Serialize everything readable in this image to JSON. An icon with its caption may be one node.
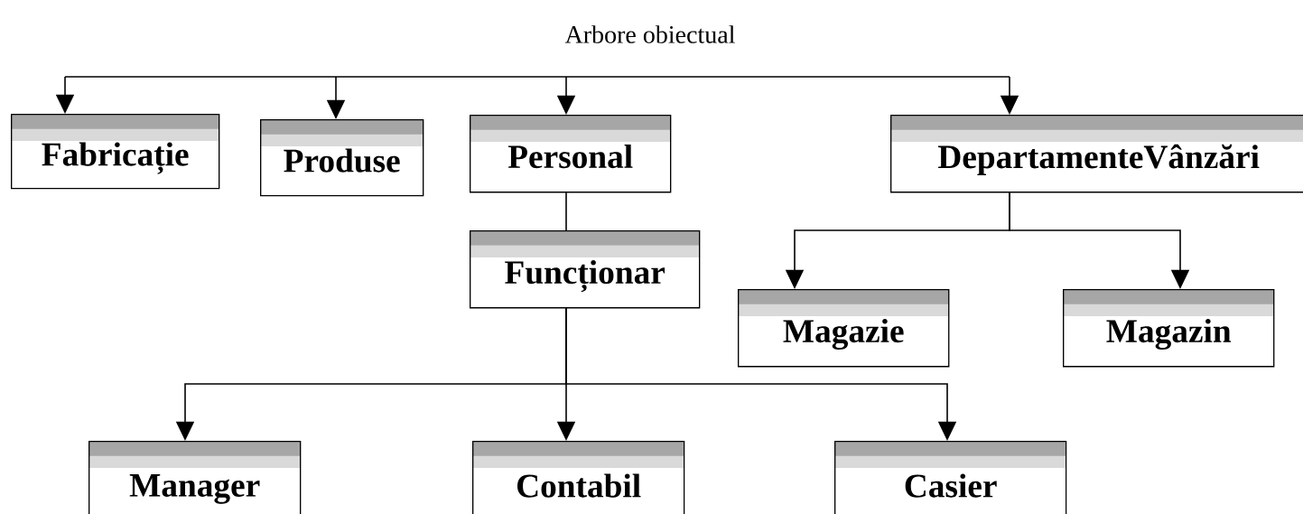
{
  "diagram": {
    "title": "Arbore obiectual",
    "nodes": [
      {
        "text": [
          "Fabricație"
        ]
      },
      {
        "text": [
          "Produse"
        ]
      },
      {
        "text": [
          "Personal"
        ]
      },
      {
        "text": [
          "DepartamenteVânzări"
        ]
      },
      {
        "text": [
          "Funcționar"
        ]
      },
      {
        "text": [
          "Magazie"
        ]
      },
      {
        "text": [
          "Magazin"
        ]
      },
      {
        "text": [
          "Manager"
        ]
      },
      {
        "text": [
          "Contabil"
        ]
      },
      {
        "text": [
          "Casier"
        ]
      }
    ],
    "edges": [
      {
        "from": null,
        "to": 0,
        "arrow": "to"
      },
      {
        "from": null,
        "to": 1,
        "arrow": "to"
      },
      {
        "from": null,
        "to": 2,
        "arrow": "to"
      },
      {
        "from": null,
        "to": 3,
        "arrow": "to"
      },
      {
        "from": 2,
        "to": 4,
        "arrow": "none"
      },
      {
        "from": 3,
        "to": 5,
        "arrow": "to"
      },
      {
        "from": 3,
        "to": 6,
        "arrow": "to"
      },
      {
        "from": 4,
        "to": 7,
        "arrow": "to"
      },
      {
        "from": 4,
        "to": 8,
        "arrow": "to"
      },
      {
        "from": 4,
        "to": 9,
        "arrow": "to"
      }
    ]
  }
}
